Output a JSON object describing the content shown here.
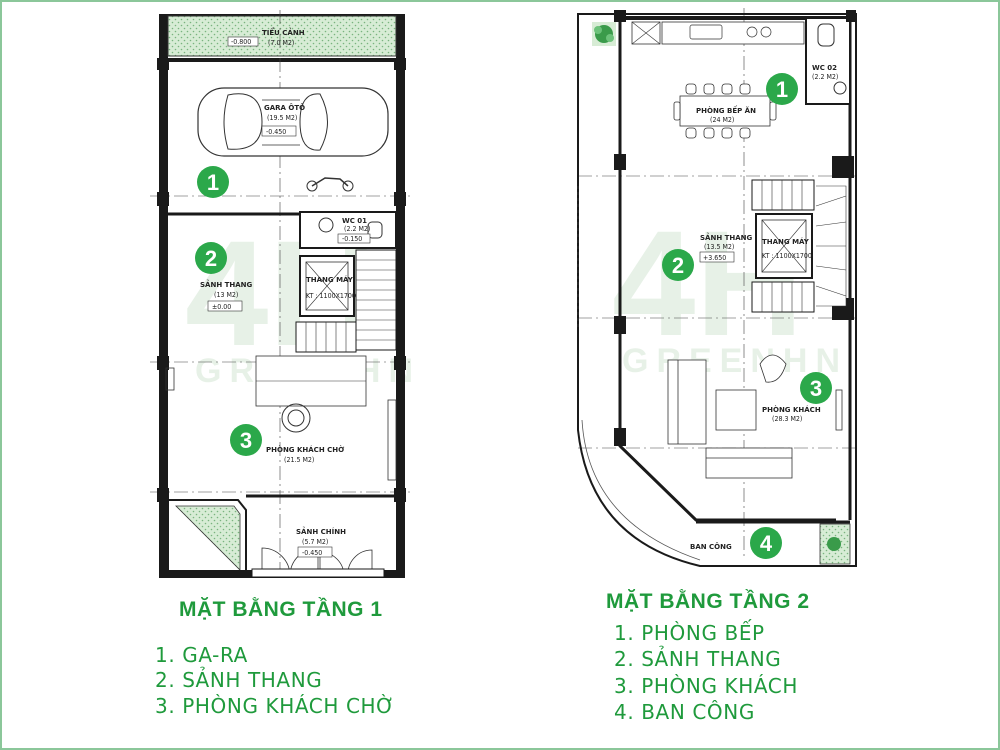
{
  "floor1": {
    "heading": "MẶT BẰNG TẦNG 1",
    "items": [
      "1. GA-RA",
      "2. SẢNH THANG",
      "3. PHÒNG KHÁCH CHỜ"
    ],
    "markers": [
      "1",
      "2",
      "3"
    ],
    "room_labels": {
      "tieu_canh": "TIỂU CẢNH",
      "tieu_canh_area": "(7.0 M2)",
      "tieu_canh_level": "-0.800",
      "garage": "GARA ÔTÔ",
      "garage_area": "(19.5 M2)",
      "garage_level": "-0.450",
      "wc": "WC 01",
      "wc_area": "(2.2 M2)",
      "wc_level": "-0.150",
      "lift": "THANG MÁY",
      "lift_size": "KT : 1100X1700",
      "hall": "SẢNH THANG",
      "hall_area": "(13 M2)",
      "hall_level": "±0.00",
      "living": "PHÒNG KHÁCH CHỜ",
      "living_area": "(21.5 M2)",
      "entry": "SẢNH CHÍNH",
      "entry_area": "(5.7 M2)",
      "entry_level": "-0.450"
    }
  },
  "floor2": {
    "heading": "MẶT BẰNG TẦNG 2",
    "items": [
      "1. PHÒNG BẾP",
      "2. SẢNH THANG",
      "3. PHÒNG KHÁCH",
      "4. BAN CÔNG"
    ],
    "markers": [
      "1",
      "2",
      "3",
      "4"
    ],
    "room_labels": {
      "kitchen": "PHÒNG BẾP ĂN",
      "kitchen_area": "(24 M2)",
      "wc": "WC 02",
      "wc_area": "(2.2 M2)",
      "hall": "SẢNH THANG",
      "hall_area": "(13.5 M2)",
      "hall_level": "+3.650",
      "lift": "THANG MÁY",
      "lift_size": "KT : 1100X1700",
      "living": "PHÒNG KHÁCH",
      "living_area": "(28.3 M2)",
      "balcony": "BAN CÔNG"
    }
  },
  "colors": {
    "brand_green": "#1f9a3c",
    "marker_green": "#2ba84a",
    "hatch_green": "#d7ecd5",
    "wall": "#1a1a1a"
  }
}
